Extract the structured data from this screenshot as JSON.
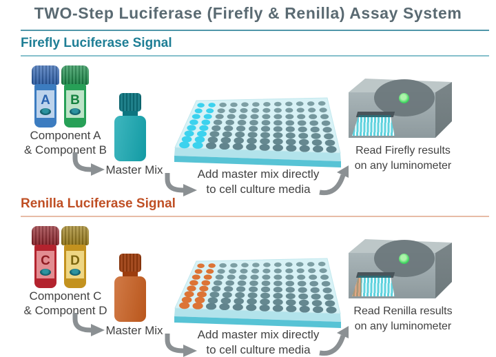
{
  "title": "TWO-Step Luciferase (Firefly & Renilla) Assay System",
  "palette": {
    "page_bg": "#ffffff",
    "title_text": "#5a6a72",
    "rule_top": "#4f96a9",
    "body_text": "#414141",
    "arrow": "#8b9093",
    "logo_oval": "#135f6b",
    "plate_deck": "#d8f2f6",
    "plate_deck_edge": "#c2e8ee",
    "plate_front": "#b2e3eb",
    "plate_strip": "#57c3d5",
    "well_base_light": "#80a2a7",
    "well_base_dark": "#5f828b",
    "lum_top": "#bdc7c8",
    "lum_front_hi": "#a9b5b8",
    "lum_front_lo": "#8d999d",
    "lum_side": "#7b8689",
    "lum_oval": "#6b777b",
    "lum_light": "#3ed45f",
    "lum_slot": "#49545a"
  },
  "sections": [
    {
      "id": "firefly",
      "heading": "Firefly Luciferase Signal",
      "heading_color": "#1e7e95",
      "rule_color": "#85bfcb",
      "tubes": [
        {
          "letter": "A",
          "cap": "#2a5fae",
          "body": "#3c7cc0",
          "label_bg": "#bdd3ec",
          "letter_color": "#2a63b0"
        },
        {
          "letter": "B",
          "cap": "#178a47",
          "body": "#27a057",
          "label_bg": "#bde4c8",
          "letter_color": "#15813f"
        }
      ],
      "component_line1": "Component A",
      "component_line2": "& Component B",
      "master_mix_label": "Master Mix",
      "bottle": {
        "cap": "#0d7580",
        "body": "#14a6b0"
      },
      "plate": {
        "rows": 8,
        "cols": 12,
        "accent_cols": 2,
        "accent": "#3cd2ee"
      },
      "caption_line1": "Add master mix directly",
      "caption_line2": "to cell culture media",
      "result_line1": "Read Firefly results",
      "result_line2": "on any luminometer",
      "tray_accent": "#5fd2de",
      "tray_overlay": "rgba(0,0,0,0)"
    },
    {
      "id": "renilla",
      "heading": "Renilla Luciferase Signal",
      "heading_color": "#bf4f24",
      "rule_color": "#e7bba6",
      "tubes": [
        {
          "letter": "C",
          "cap": "#8e2128",
          "body": "#b3232e",
          "label_bg": "#e28d92",
          "letter_color": "#8e1b22"
        },
        {
          "letter": "D",
          "cap": "#9a7b15",
          "body": "#c3921f",
          "label_bg": "#eed684",
          "letter_color": "#7c650e"
        }
      ],
      "component_line1": "Component C",
      "component_line2": "& Component D",
      "master_mix_label": "Master Mix",
      "bottle": {
        "cap": "#9c3d0e",
        "body": "#c75d1e"
      },
      "plate": {
        "rows": 8,
        "cols": 12,
        "accent_cols": 2,
        "accent": "#dc7436"
      },
      "caption_line1": "Add master mix directly",
      "caption_line2": "to cell culture media",
      "result_line1": "Read Renilla results",
      "result_line2": "on any luminometer",
      "tray_accent": "#5fd2de",
      "tray_overlay": "rgba(219,112,52,0.6)"
    }
  ]
}
